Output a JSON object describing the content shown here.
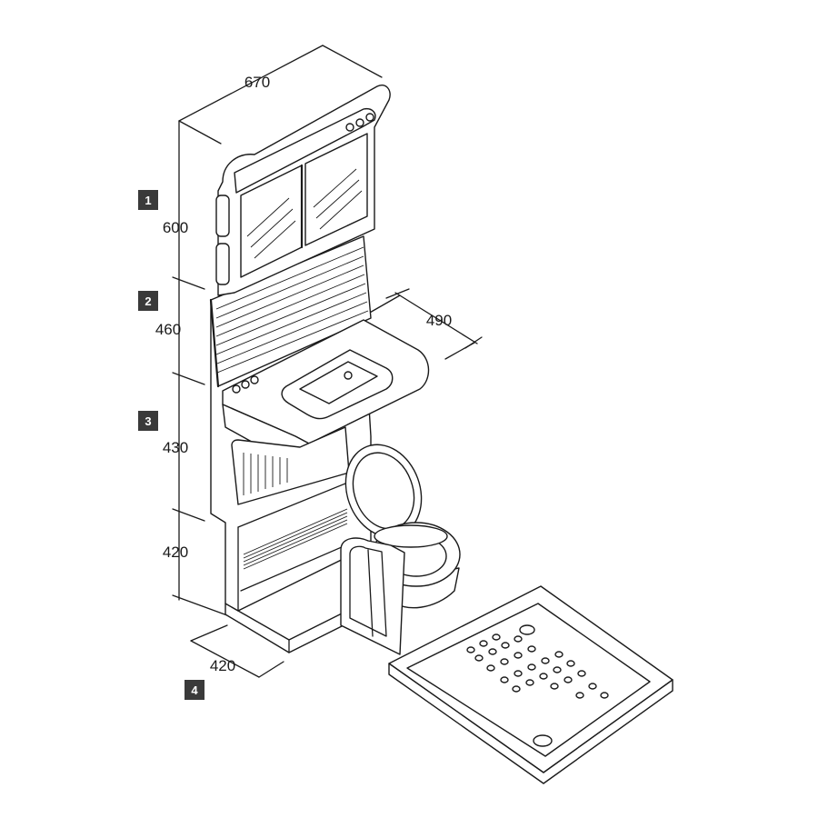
{
  "dimensions": {
    "top_width": "670",
    "mirror_height": "600",
    "panel_height": "460",
    "basin_depth": "490",
    "lower_height": "430",
    "base_height": "420",
    "base_depth": "420"
  },
  "markers": [
    "1",
    "2",
    "3",
    "4"
  ],
  "colors": {
    "ink": "#1a1a1a",
    "marker": "#3a3a3a",
    "paper": "#ffffff"
  }
}
